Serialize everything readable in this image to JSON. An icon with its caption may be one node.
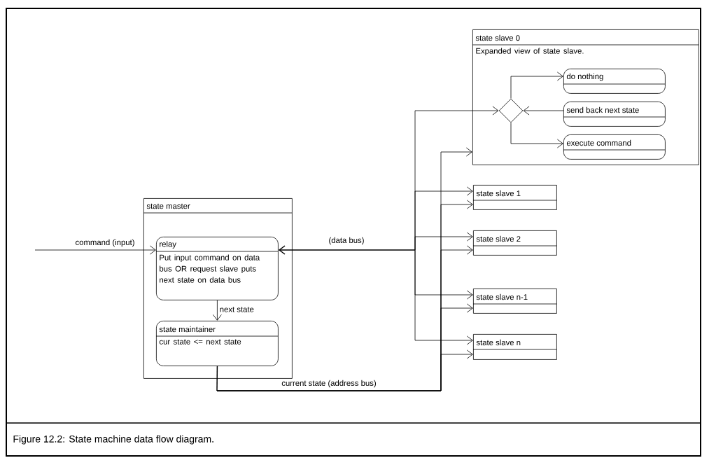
{
  "diagram": {
    "caption": "Figure 12.2: State machine data flow diagram.",
    "nodes": [
      {
        "text": [
          "state master"
        ]
      },
      {
        "text": [
          "relay",
          "Put input command on data bus OR request slave puts next state on data bus"
        ],
        "in": 0
      },
      {
        "text": [
          "state maintainer",
          "cur state <= next state"
        ],
        "in": 0
      },
      {
        "text": [
          "state slave 0",
          "Expanded view of state slave."
        ]
      },
      {
        "text": [],
        "shape": "diamond",
        "in": 3
      },
      {
        "text": [
          "do nothing"
        ],
        "in": 3
      },
      {
        "text": [
          "send back next state"
        ],
        "in": 3
      },
      {
        "text": [
          "execute command"
        ],
        "in": 3
      },
      {
        "text": [
          "state slave 1"
        ]
      },
      {
        "text": [
          "state slave 2"
        ]
      },
      {
        "text": [
          "state slave n-1"
        ]
      },
      {
        "text": [
          "state slave n"
        ]
      }
    ],
    "edges": [
      {
        "from": null,
        "to": 1,
        "arrow": "to",
        "label": "command (input)"
      },
      {
        "from": 1,
        "to": 4,
        "arrow": "both",
        "label": "(data bus)"
      },
      {
        "from": 1,
        "to": 8,
        "arrow": "both"
      },
      {
        "from": 1,
        "to": 9,
        "arrow": "both"
      },
      {
        "from": 1,
        "to": 10,
        "arrow": "both"
      },
      {
        "from": 1,
        "to": 11,
        "arrow": "both"
      },
      {
        "from": 1,
        "to": 2,
        "arrow": "to",
        "label": "next state"
      },
      {
        "from": 2,
        "to": 3,
        "arrow": "to",
        "label": "current state (address bus)"
      },
      {
        "from": 2,
        "to": 8,
        "arrow": "to"
      },
      {
        "from": 2,
        "to": 9,
        "arrow": "to"
      },
      {
        "from": 2,
        "to": 10,
        "arrow": "to"
      },
      {
        "from": 2,
        "to": 11,
        "arrow": "to"
      },
      {
        "from": 4,
        "to": 5,
        "arrow": "to"
      },
      {
        "from": 6,
        "to": 4,
        "arrow": "to"
      },
      {
        "from": 4,
        "to": 7,
        "arrow": "to"
      }
    ]
  }
}
